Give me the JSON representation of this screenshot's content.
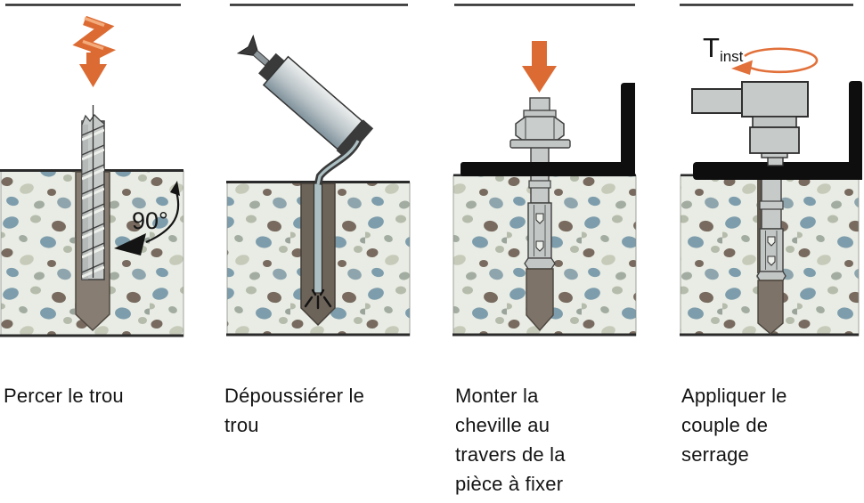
{
  "accent_color": "#DC6B33",
  "figure": {
    "title_hidden": "",
    "panels": [
      {
        "name": "drill-the-hole",
        "caption": "Percer le trou",
        "angle_label": "90°"
      },
      {
        "name": "blow-out-the-hole",
        "caption": "Dépoussiérer le trou"
      },
      {
        "name": "insert-anchor-through-fixture",
        "caption": "Monter la cheville au travers de la pièce à fixer"
      },
      {
        "name": "apply-installation-torque",
        "caption": "Appliquer le couple de serrage",
        "torque_symbol": "T",
        "torque_subscript": "inst"
      }
    ]
  }
}
